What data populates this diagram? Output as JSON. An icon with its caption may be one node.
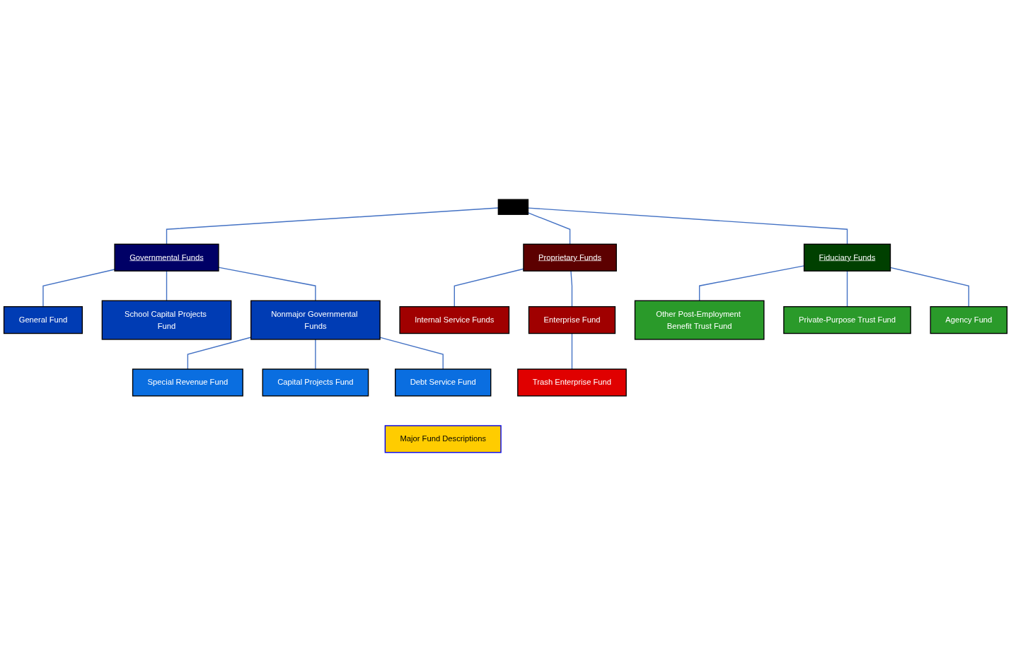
{
  "diagram": {
    "nodes": [
      {
        "text": [],
        "shape": "box"
      },
      {
        "text": [
          "Governmental Funds"
        ]
      },
      {
        "text": [
          "Proprietary Funds"
        ]
      },
      {
        "text": [
          "Fiduciary Funds"
        ]
      },
      {
        "text": [
          "General Fund"
        ]
      },
      {
        "text": [
          "School Capital Projects Fund"
        ]
      },
      {
        "text": [
          "Nonmajor Governmental Funds"
        ]
      },
      {
        "text": [
          "Internal Service Funds"
        ]
      },
      {
        "text": [
          "Enterprise Fund"
        ]
      },
      {
        "text": [
          "Trash Enterprise Fund"
        ]
      },
      {
        "text": [
          "Other Post-Employment Benefit Trust Fund"
        ]
      },
      {
        "text": [
          "Private-Purpose Trust Fund"
        ]
      },
      {
        "text": [
          "Agency Fund"
        ]
      },
      {
        "text": [
          "Special Revenue Fund"
        ]
      },
      {
        "text": [
          "Capital Projects Fund"
        ]
      },
      {
        "text": [
          "Debt Service Fund"
        ]
      },
      {
        "text": [
          "Major Fund Descriptions"
        ]
      }
    ],
    "edges": [
      {
        "from": 0,
        "to": 1,
        "arrow": "none"
      },
      {
        "from": 0,
        "to": 2,
        "arrow": "none"
      },
      {
        "from": 0,
        "to": 3,
        "arrow": "none"
      },
      {
        "from": 1,
        "to": 4,
        "arrow": "none"
      },
      {
        "from": 1,
        "to": 5,
        "arrow": "none"
      },
      {
        "from": 1,
        "to": 6,
        "arrow": "none"
      },
      {
        "from": 2,
        "to": 7,
        "arrow": "none"
      },
      {
        "from": 2,
        "to": 8,
        "arrow": "none"
      },
      {
        "from": 8,
        "to": 9,
        "arrow": "none"
      },
      {
        "from": 3,
        "to": 10,
        "arrow": "none"
      },
      {
        "from": 3,
        "to": 11,
        "arrow": "none"
      },
      {
        "from": 3,
        "to": 12,
        "arrow": "none"
      },
      {
        "from": 6,
        "to": 13,
        "arrow": "none"
      },
      {
        "from": 6,
        "to": 14,
        "arrow": "none"
      },
      {
        "from": 6,
        "to": 15,
        "arrow": "none"
      }
    ]
  }
}
